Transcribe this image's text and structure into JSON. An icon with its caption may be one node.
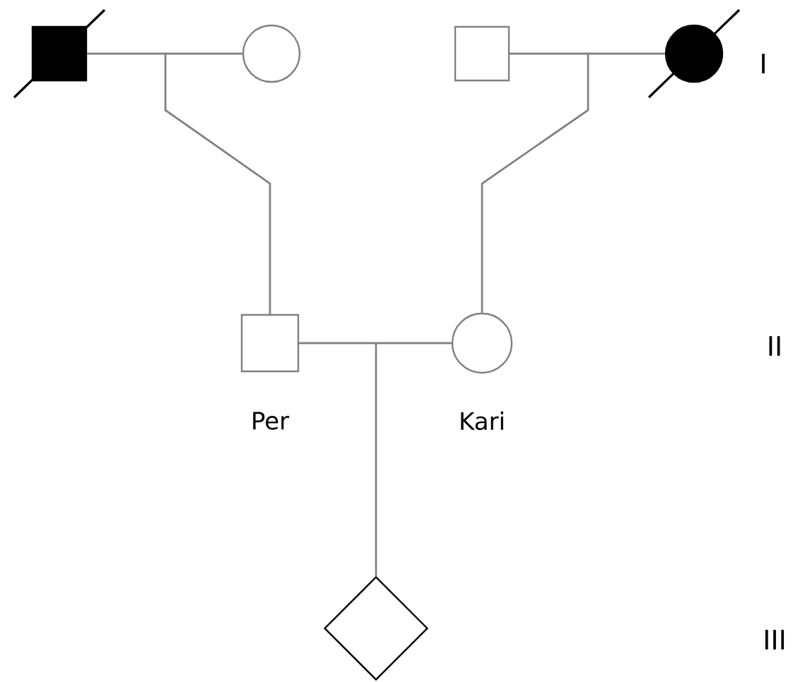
{
  "diagram": {
    "nodes": [
      {
        "text": [],
        "shape": "box"
      },
      {
        "text": [],
        "shape": "circle"
      },
      {
        "text": [],
        "shape": "box"
      },
      {
        "text": [],
        "shape": "circle"
      },
      {
        "text": [],
        "shape": "box",
        "beside": [
          "Per"
        ]
      },
      {
        "text": [],
        "shape": "circle",
        "beside": [
          "Kari"
        ]
      },
      {
        "text": [],
        "shape": "diamond"
      }
    ],
    "edges": [
      {
        "from": 0,
        "to": 1,
        "arrow": "none"
      },
      {
        "from": 0,
        "to": 4,
        "arrow": "none"
      },
      {
        "from": 1,
        "to": 4,
        "arrow": "none"
      },
      {
        "from": 2,
        "to": 3,
        "arrow": "none"
      },
      {
        "from": 2,
        "to": 5,
        "arrow": "none"
      },
      {
        "from": 3,
        "to": 5,
        "arrow": "none"
      },
      {
        "from": 4,
        "to": 5,
        "arrow": "none"
      },
      {
        "from": 4,
        "to": 6,
        "arrow": "none"
      },
      {
        "from": 5,
        "to": 6,
        "arrow": "none"
      }
    ],
    "labels": [
      "I",
      "II",
      "III"
    ]
  }
}
